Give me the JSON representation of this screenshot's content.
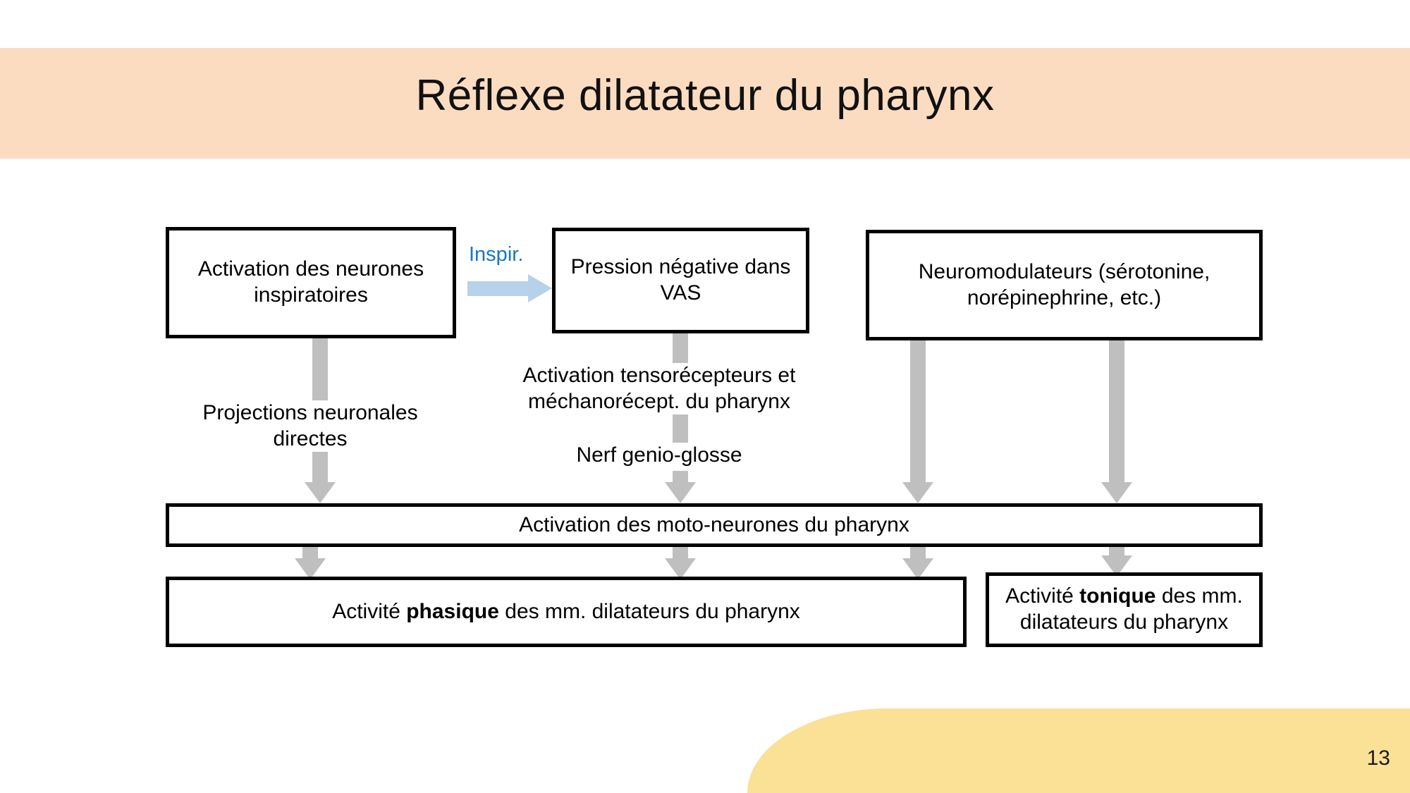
{
  "slide": {
    "title": "Réflexe dilatateur du pharynx",
    "page_number": "13",
    "header_color": "#FBDCC1",
    "accent_color": "#FAE195",
    "arrow_color": "#BFBFBF",
    "inspir_arrow_color": "#B6D1EA",
    "inspir_text_color": "#1877C3"
  },
  "boxes": {
    "inspiratory_neurons": "Activation des neurones inspiratoires",
    "negative_pressure": "Pression négative dans VAS",
    "neuromodulators": "Neuromodulateurs (sérotonine, norépinephrine, etc.)",
    "motoneurons": "Activation des moto-neurones du pharynx",
    "phasic_activity_prefix": "Activité ",
    "phasic_activity_bold": "phasique",
    "phasic_activity_suffix": " des mm. dilatateurs du pharynx",
    "tonic_activity_prefix": "Activité ",
    "tonic_activity_bold": "tonique",
    "tonic_activity_suffix": " des mm. dilatateurs du pharynx"
  },
  "labels": {
    "inspir": "Inspir.",
    "direct_projections": "Projections neuronales directes",
    "tensoreceptors": "Activation tensorécepteurs et méchanorécept. du pharynx",
    "genioglossus_nerve": "Nerf genio-glosse"
  }
}
